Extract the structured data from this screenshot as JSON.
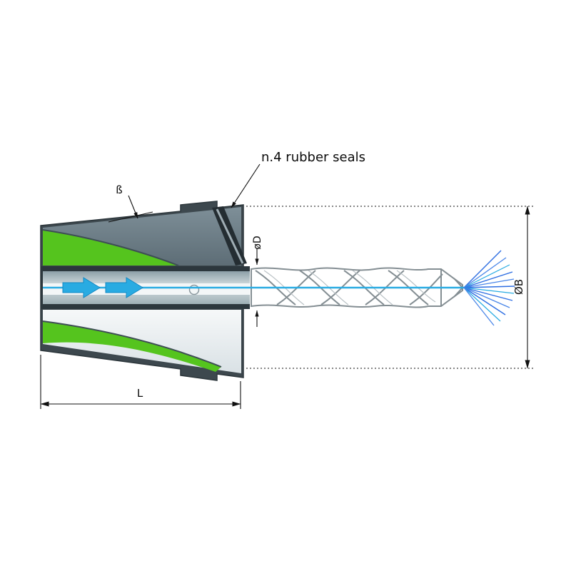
{
  "diagram": {
    "labels": {
      "rubber_seals": "n.4 rubber seals",
      "taper_angle": "ß",
      "hole_diameter": "øD",
      "outer_diameter": "ØB",
      "length": "L"
    },
    "colors": {
      "background": "#ffffff",
      "green": "#55c41e",
      "body-gray": "#6e7f88",
      "dark-edge": "#3d484e",
      "face-light": "#e9eef0",
      "coolant-blue": "#29abe2",
      "spray-blue": "#2e6ee2",
      "drill-outline": "#848e93",
      "dimension": "#111111"
    }
  }
}
